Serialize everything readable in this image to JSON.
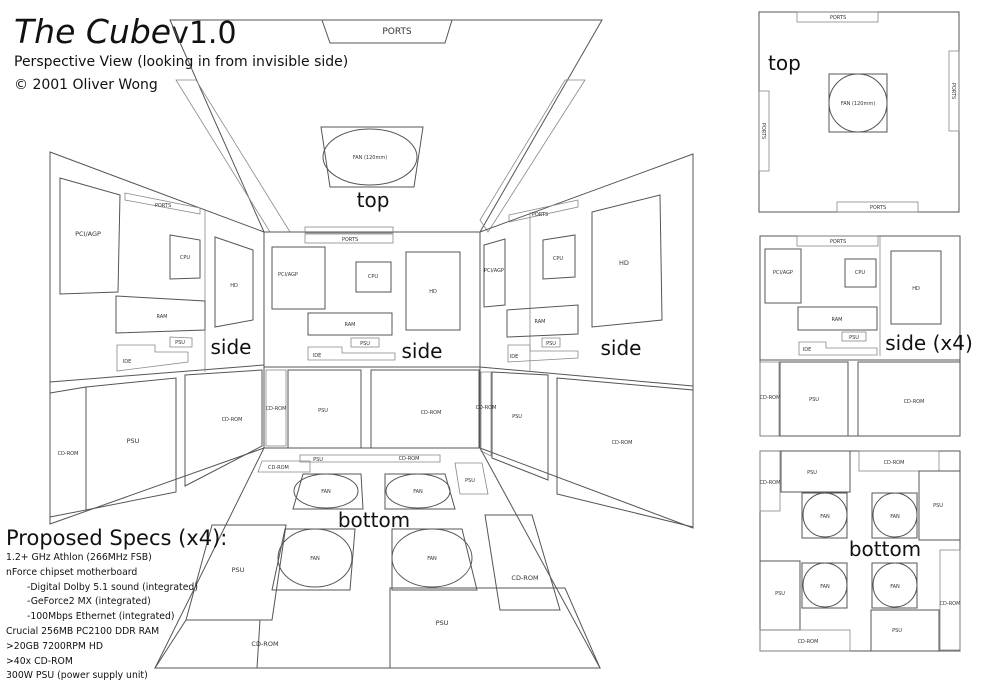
{
  "header": {
    "title_name": "The Cube",
    "title_version": "v1.0",
    "subtitle": "Perspective View (looking in from invisible side)",
    "copyright": "© 2001 Oliver Wong"
  },
  "labels": {
    "ports": "PORTS",
    "fan": "FAN",
    "fan_120": "FAN (120mm)",
    "pci_agp": "PCI/AGP",
    "cpu": "CPU",
    "ram": "RAM",
    "psu": "PSU",
    "ide": "IDE",
    "hd": "HD",
    "cdrom": "CD-ROM"
  },
  "faces": {
    "top": "top",
    "side": "side",
    "bottom": "bottom",
    "side_x4": "side (x4)"
  },
  "specs": {
    "title": "Proposed Specs (x4):",
    "items": [
      "1.2+ GHz Athlon (266MHz FSB)",
      "nForce chipset motherboard",
      "-Digital Dolby 5.1 sound (integrated)",
      "-GeForce2 MX (integrated)",
      "-100Mbps Ethernet (integrated)",
      "Crucial 256MB PC2100 DDR RAM",
      ">20GB 7200RPM HD",
      ">40x CD-ROM",
      "300W PSU (power supply unit)"
    ]
  }
}
